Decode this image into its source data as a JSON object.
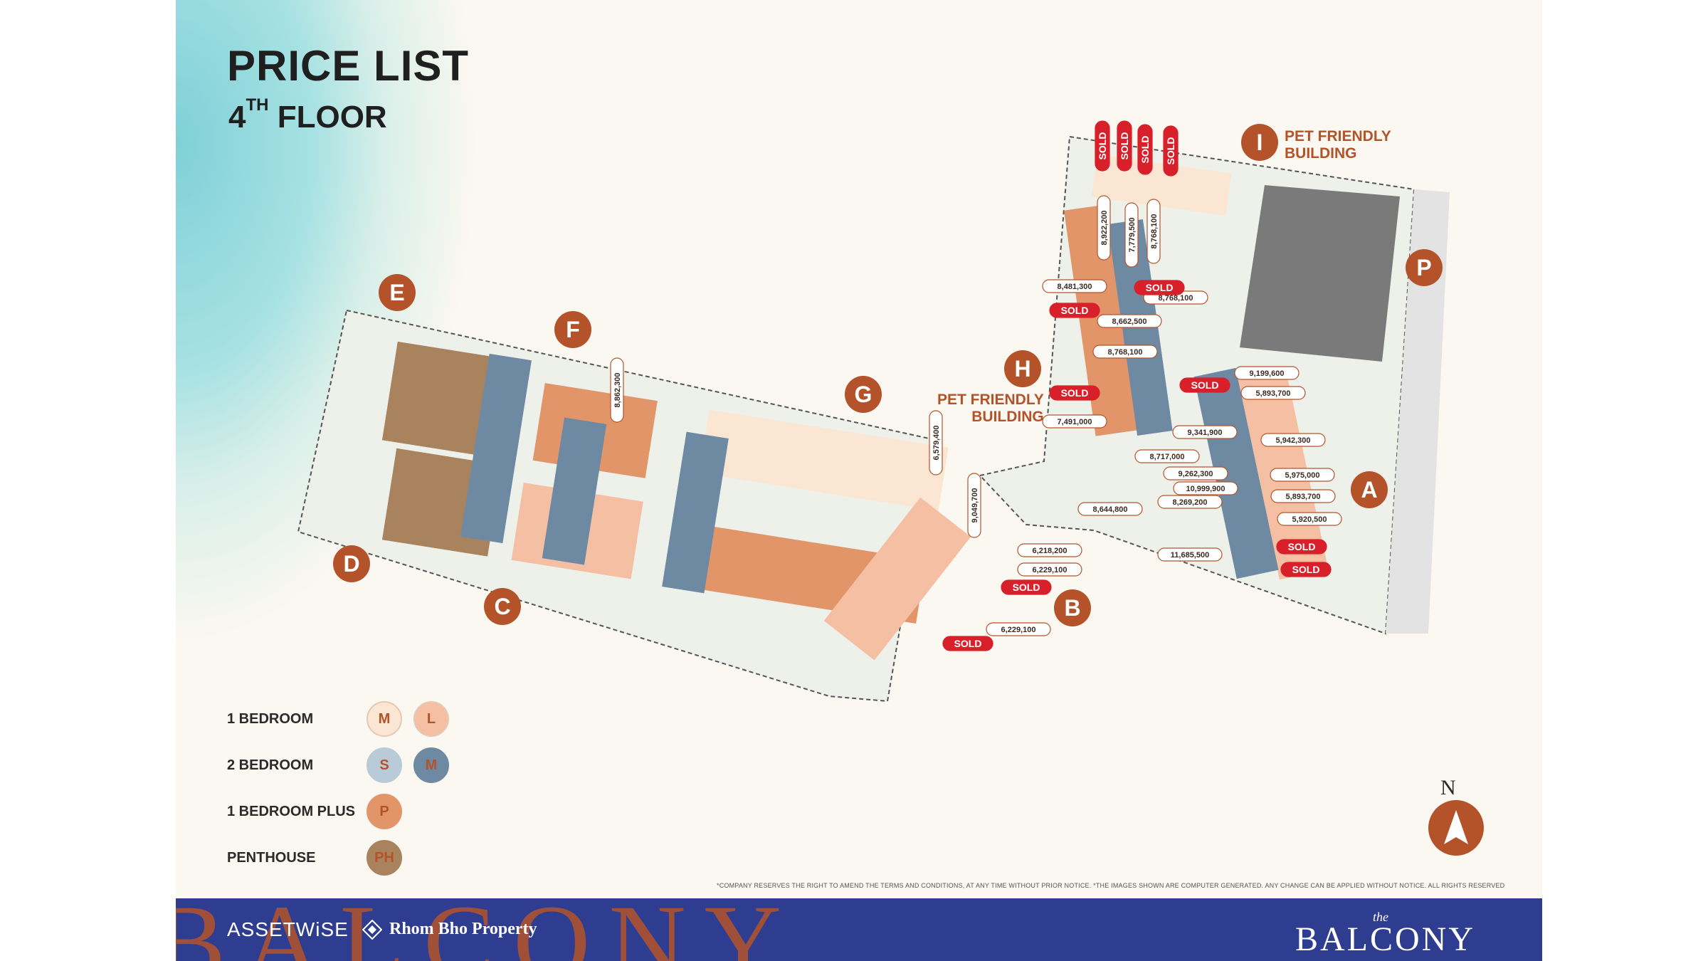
{
  "header": {
    "title": "PRICE LIST",
    "floor_number": "4",
    "floor_suffix": "TH",
    "floor_word": "FLOOR"
  },
  "buildings": [
    "A",
    "B",
    "C",
    "D",
    "E",
    "F",
    "G",
    "H",
    "I",
    "P"
  ],
  "pet_friendly": {
    "line1": "PET FRIENDLY",
    "line2": "BUILDING"
  },
  "units": [
    {
      "label": "SOLD",
      "sold": true
    },
    {
      "label": "SOLD",
      "sold": true
    },
    {
      "label": "SOLD",
      "sold": true
    },
    {
      "label": "SOLD",
      "sold": true
    },
    {
      "label": "8,922,200"
    },
    {
      "label": "7,779,500"
    },
    {
      "label": "8,768,100"
    },
    {
      "label": "8,481,300"
    },
    {
      "label": "SOLD",
      "sold": true
    },
    {
      "label": "8,768,100"
    },
    {
      "label": "SOLD",
      "sold": true
    },
    {
      "label": "8,662,500"
    },
    {
      "label": "8,768,100"
    },
    {
      "label": "9,199,600"
    },
    {
      "label": "5,893,700"
    },
    {
      "label": "SOLD",
      "sold": true
    },
    {
      "label": "SOLD",
      "sold": true
    },
    {
      "label": "7,491,000"
    },
    {
      "label": "9,341,900"
    },
    {
      "label": "5,942,300"
    },
    {
      "label": "8,717,000"
    },
    {
      "label": "10,999,900"
    },
    {
      "label": "9,262,300"
    },
    {
      "label": "5,975,000"
    },
    {
      "label": "5,893,700"
    },
    {
      "label": "8,644,800"
    },
    {
      "label": "8,269,200"
    },
    {
      "label": "5,920,500"
    },
    {
      "label": "SOLD",
      "sold": true
    },
    {
      "label": "11,685,500"
    },
    {
      "label": "SOLD",
      "sold": true
    },
    {
      "label": "6,218,200"
    },
    {
      "label": "6,229,100"
    },
    {
      "label": "SOLD",
      "sold": true
    },
    {
      "label": "6,229,100"
    },
    {
      "label": "SOLD",
      "sold": true
    },
    {
      "label": "9,049,700"
    },
    {
      "label": "6,579,400"
    },
    {
      "label": "8,862,300"
    }
  ],
  "legend": [
    {
      "label": "1 BEDROOM",
      "types": [
        {
          "code": "M",
          "color": "#fbe6d4"
        },
        {
          "code": "L",
          "color": "#f4bfa2"
        }
      ]
    },
    {
      "label": "2 BEDROOM",
      "types": [
        {
          "code": "S",
          "color": "#b9cbd8"
        },
        {
          "code": "M",
          "color": "#6e8aa3"
        }
      ]
    },
    {
      "label": "1 BEDROOM PLUS",
      "types": [
        {
          "code": "P",
          "color": "#e3956a"
        }
      ]
    },
    {
      "label": "PENTHOUSE",
      "types": [
        {
          "code": "PH",
          "color": "#a9825e"
        }
      ]
    }
  ],
  "compass": "N",
  "disclaimer": "*COMPANY RESERVES THE RIGHT TO AMEND THE TERMS AND CONDITIONS, AT ANY TIME WITHOUT PRIOR NOTICE.  *THE IMAGES SHOWN ARE COMPUTER GENERATED. ANY CHANGE CAN BE APPLIED WITHOUT NOTICE. ALL RIGHTS RESERVED",
  "footer": {
    "watermark": "BALCONY",
    "company1": "ASSETWiSE",
    "company2": "Rhom Bho Property",
    "brand_the": "the",
    "brand": "BALCONY"
  },
  "colors": {
    "accent": "#b4532a",
    "sold": "#d8202a",
    "footer": "#2e3d8f"
  }
}
